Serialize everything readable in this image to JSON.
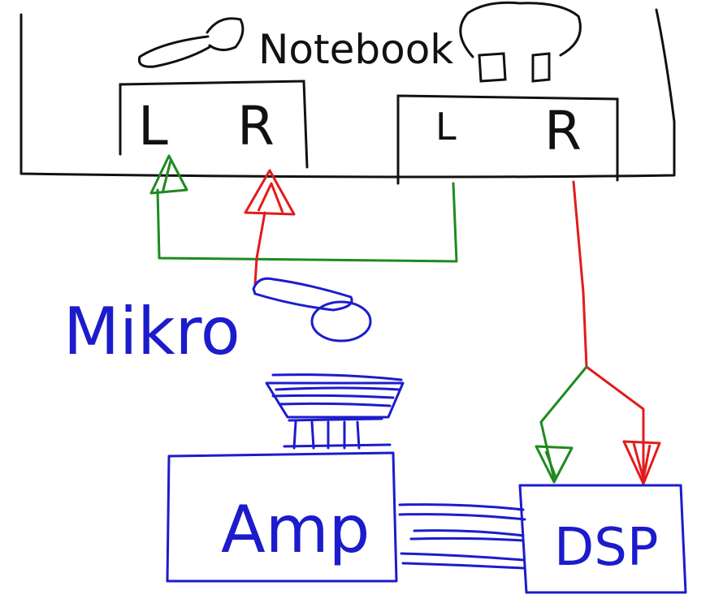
{
  "colors": {
    "black": "#111111",
    "green": "#1f8a1f",
    "red": "#e31b1b",
    "blue": "#1c1ccc"
  },
  "labels": {
    "notebook": "Notebook",
    "left_jack_1": "L",
    "right_jack_1": "R",
    "left_jack_2": "L",
    "right_jack_2": "R",
    "mic": "Mikro",
    "amp": "Amp",
    "dsp": "DSP"
  },
  "icons": {
    "microphone_top": "microphone-icon",
    "headphones": "headphones-icon",
    "microphone_bottom": "microphone-icon",
    "speaker": "speaker-icon"
  }
}
